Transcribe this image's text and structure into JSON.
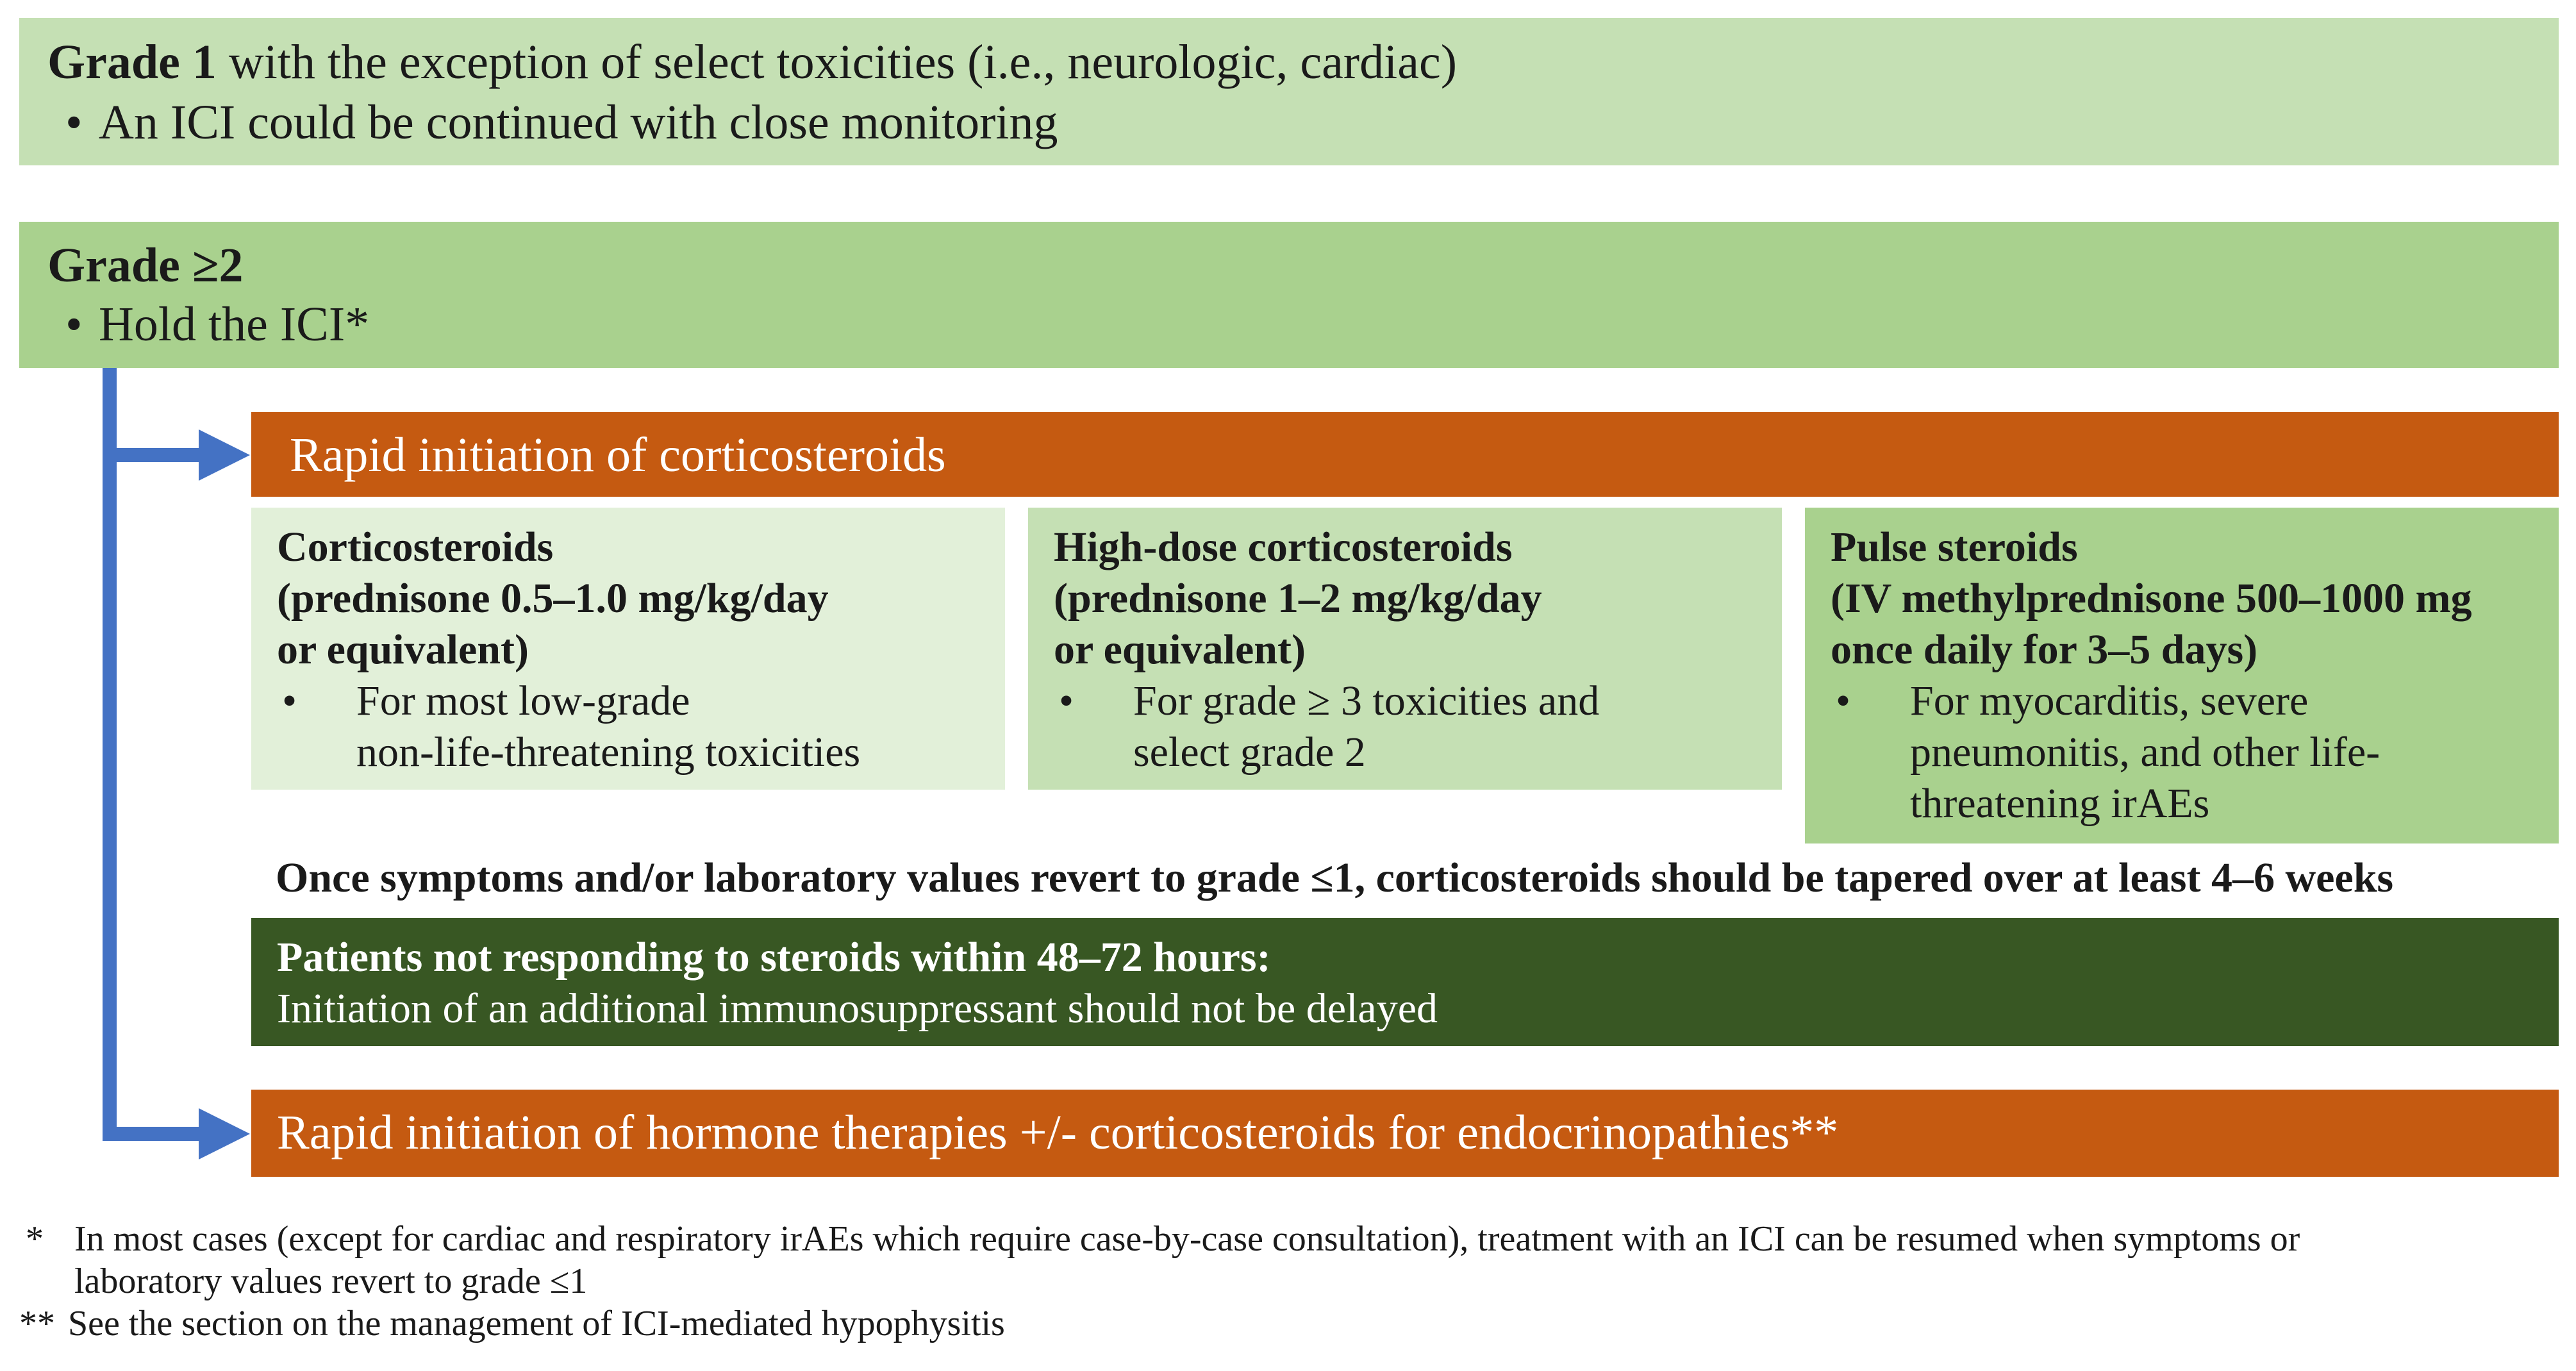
{
  "grade1": {
    "title_bold": "Grade 1",
    "title_rest": " with the exception of select toxicities (i.e., neurologic, cardiac)",
    "bullet": "•",
    "item": "An ICI could be continued with close monitoring"
  },
  "grade2": {
    "title": "Grade ≥2",
    "bullet": "•",
    "item": "Hold the ICI*"
  },
  "rapid_corticosteroids": "Rapid initiation of corticosteroids",
  "options": [
    {
      "line1": "Corticosteroids",
      "line2": "(prednisone 0.5–1.0 mg/kg/day",
      "line3": "or equivalent)",
      "bullet": "•",
      "item_line1": "For most low-grade",
      "item_line2": "non-life-threatening toxicities",
      "item_line3": ""
    },
    {
      "line1": "High-dose corticosteroids",
      "line2": "(prednisone 1–2 mg/kg/day",
      "line3": "or equivalent)",
      "bullet": "•",
      "item_line1": "For grade ≥ 3 toxicities and",
      "item_line2": "select grade 2",
      "item_line3": ""
    },
    {
      "line1": "Pulse steroids",
      "line2": "(IV methylprednisone 500–1000 mg",
      "line3": "once daily for 3–5 days)",
      "bullet": "•",
      "item_line1": "For myocarditis, severe",
      "item_line2": "pneumonitis, and other life-",
      "item_line3": "threatening irAEs"
    }
  ],
  "taper": "Once symptoms and/or laboratory values revert to grade ≤1, corticosteroids should be tapered over at least 4–6 weeks",
  "non_responders": {
    "title": "Patients not responding to steroids within 48–72 hours:",
    "text": "Initiation of an additional immunosuppressant should not be delayed"
  },
  "rapid_hormone": "Rapid initiation of hormone therapies +/- corticosteroids for endocrinopathies**",
  "footnotes": [
    {
      "mark": "*",
      "line1": "In most cases (except for cardiac and respiratory irAEs which require case-by-case consultation), treatment with an ICI can be resumed when symptoms or",
      "line2": "laboratory values revert to grade ≤1"
    },
    {
      "mark": "**",
      "line1": "See the section on the management of ICI-mediated hypophysitis"
    }
  ],
  "colors": {
    "light_green": "#c5e0b4",
    "lighter_green": "#e2f0d9",
    "mid_green": "#a9d18e",
    "dark_green": "#385723",
    "orange": "#c55a11",
    "connector_blue": "#4472c4"
  }
}
